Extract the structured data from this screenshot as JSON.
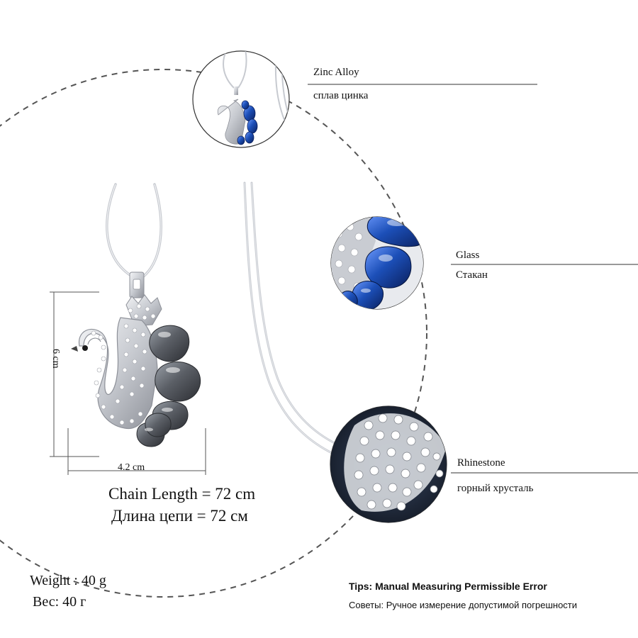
{
  "materials": [
    {
      "en": "Zinc Alloy",
      "ru": "сплав цинка"
    },
    {
      "en": "Glass",
      "ru": "Стакан"
    },
    {
      "en": "Rhinestone",
      "ru": "горный хрусталь"
    }
  ],
  "dimensions": {
    "height": "6 cm",
    "width": "4.2 cm"
  },
  "chain_length": {
    "en": "Chain Length = 72 cm",
    "ru": "Длина цепи = 72 см"
  },
  "weight": {
    "en": "Weight : 40 g",
    "ru": "Вес: 40 г"
  },
  "tips": {
    "en": "Tips: Manual Measuring Permissible Error",
    "ru": "Советы: Ручное измерение допустимой погрешности"
  },
  "colors": {
    "sapphire": "#1c4fb8",
    "smoke_gray": "#5d6068",
    "silver": "#c9ccd2",
    "dashed_circle": "#555555"
  }
}
